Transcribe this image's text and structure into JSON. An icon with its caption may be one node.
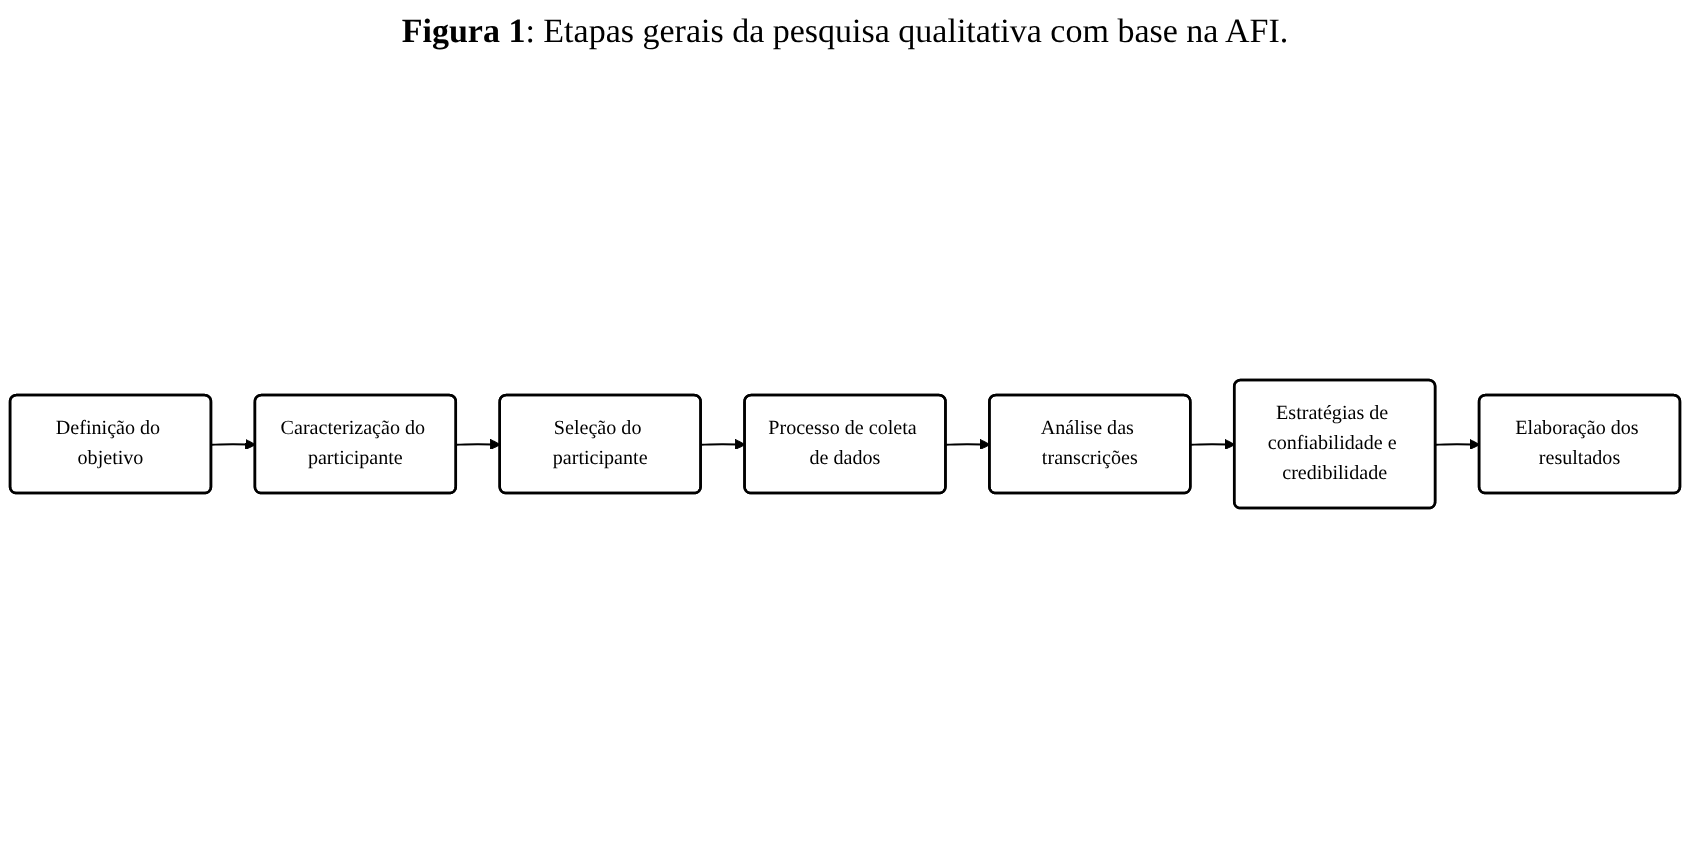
{
  "diagram": {
    "title": "**Figura 1**: Etapas gerais da pesquisa qualitativa com base na AFI.",
    "nodes": [
      {
        "text": [
          "Definição do objetivo"
        ]
      },
      {
        "text": [
          "Caracterização do participante"
        ]
      },
      {
        "text": [
          "Seleção do participante"
        ]
      },
      {
        "text": [
          "Processo de coleta de dados"
        ]
      },
      {
        "text": [
          "Análise das transcrições"
        ]
      },
      {
        "text": [
          "Estratégias de confiabilidade e credibilidade"
        ]
      },
      {
        "text": [
          "Elaboração dos resultados"
        ]
      }
    ],
    "edges": [
      {
        "from": 0,
        "to": 1,
        "arrow": "to"
      },
      {
        "from": 1,
        "to": 2,
        "arrow": "to"
      },
      {
        "from": 2,
        "to": 3,
        "arrow": "to"
      },
      {
        "from": 3,
        "to": 4,
        "arrow": "to"
      },
      {
        "from": 4,
        "to": 5,
        "arrow": "to"
      },
      {
        "from": 5,
        "to": 6,
        "arrow": "to"
      }
    ]
  }
}
